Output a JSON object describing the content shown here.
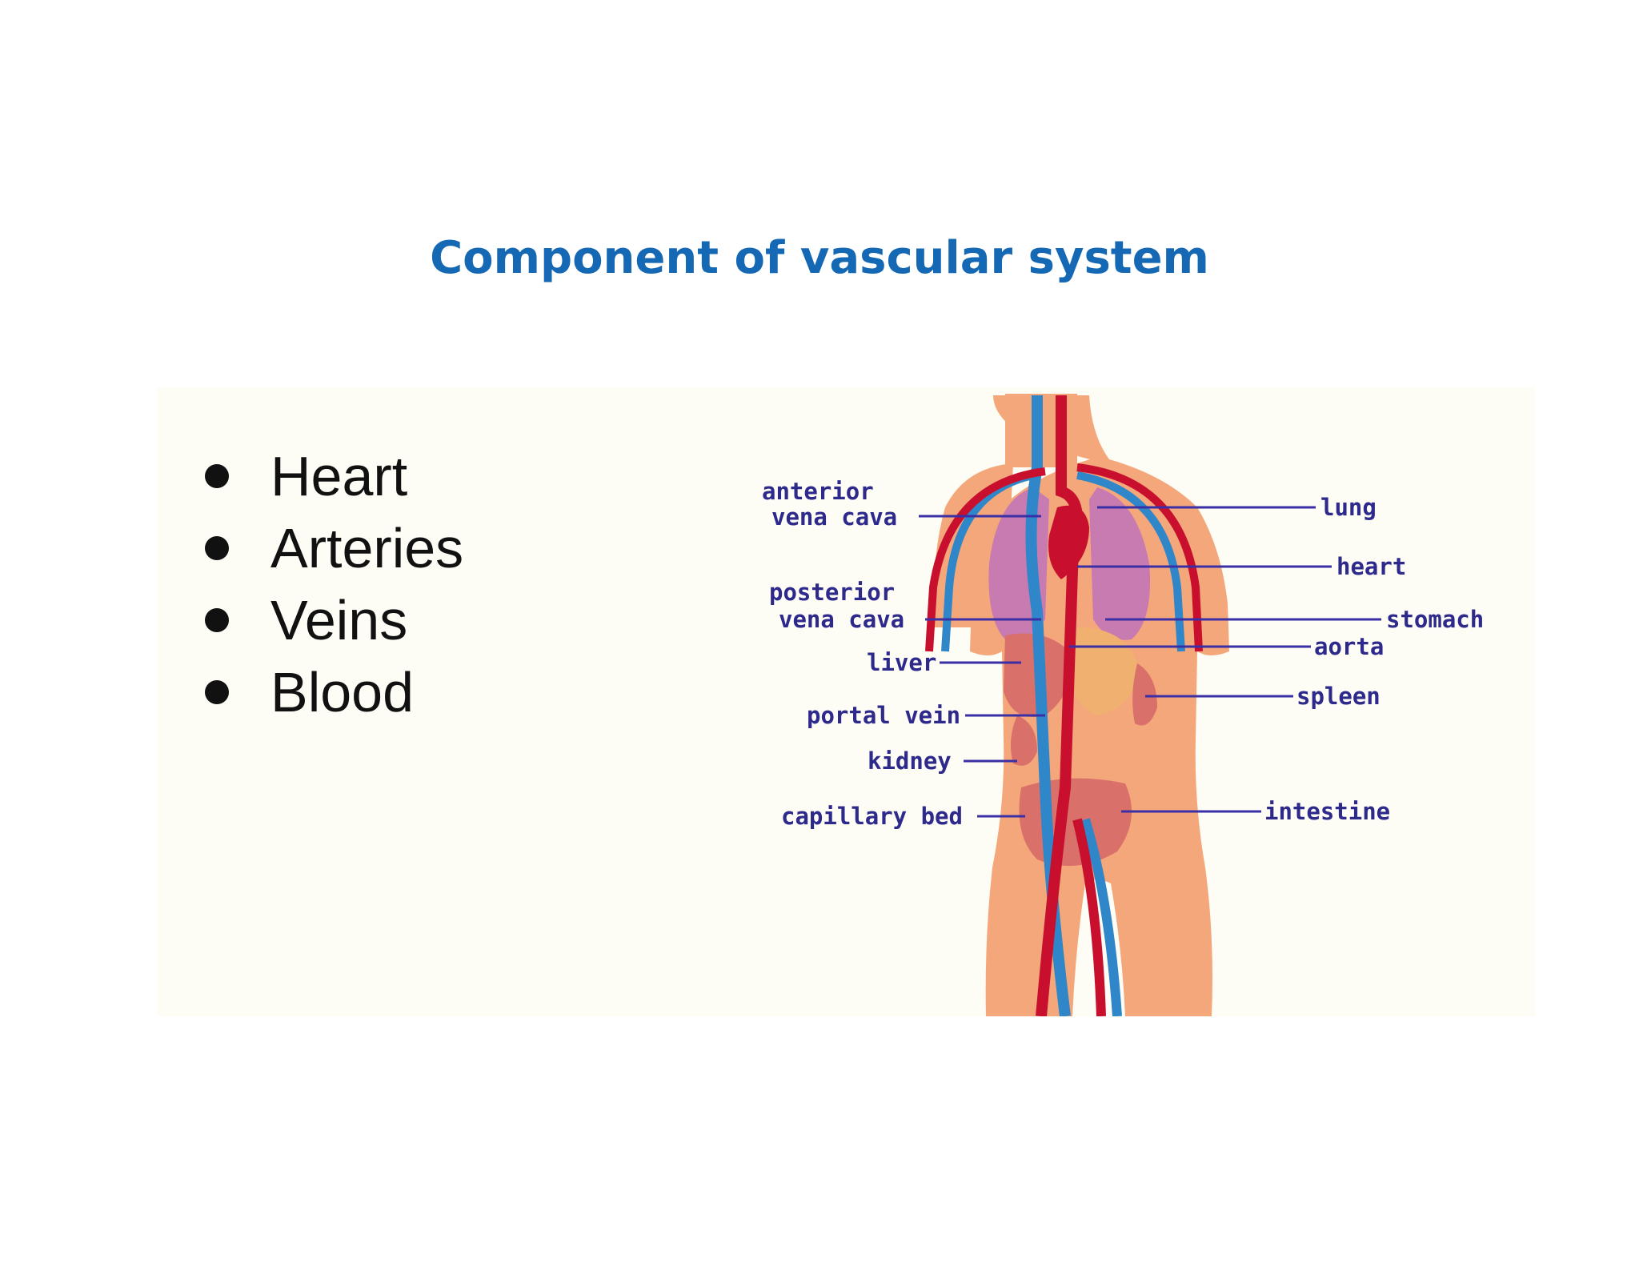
{
  "title": "Component of vascular system",
  "colors": {
    "title": "#1568b3",
    "label": "#2e2a8c",
    "leader": "#3b2fa6",
    "skin": "#f4a77a",
    "artery": "#c8102e",
    "vein": "#2f86c8",
    "lung": "#c77bb0"
  },
  "components": [
    "Heart",
    "Arteries",
    "Veins",
    "Blood"
  ],
  "diagram": {
    "left_labels": {
      "anterior_1": "anterior",
      "anterior_2": "vena cava",
      "posterior_1": "posterior",
      "posterior_2": "vena cava",
      "liver": "liver",
      "portal_vein": "portal vein",
      "kidney": "kidney",
      "capillary_bed": "capillary bed"
    },
    "right_labels": {
      "lung": "lung",
      "heart": "heart",
      "stomach": "stomach",
      "aorta": "aorta",
      "spleen": "spleen",
      "intestine": "intestine"
    }
  }
}
